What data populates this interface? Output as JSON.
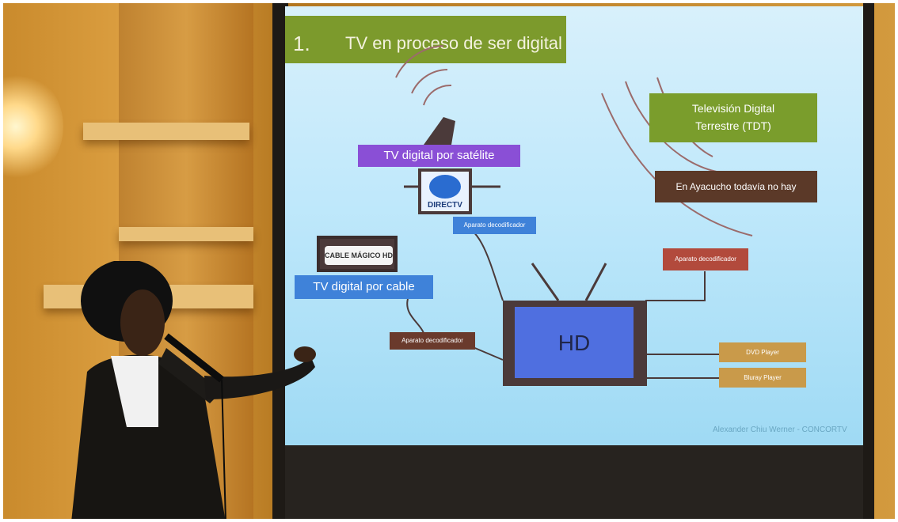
{
  "slide": {
    "number": "1.",
    "title": "TV en proceso de ser digital",
    "satellite_label": "TV digital por satélite",
    "cable_label": "TV digital por cable",
    "tdt_label": "Televisión Digital\nTerrestre (TDT)",
    "ayacucho_label": "En Ayacucho todavía no hay",
    "decoder_satellite": "Aparato decodificador",
    "decoder_cable": "Aparato decodificador",
    "decoder_tdt": "Aparato decodificador",
    "tv_label": "HD",
    "dvd_label": "DVD Player",
    "bluray_label": "Bluray Player",
    "directv_logo": "DIRECTV",
    "cable_logo": "CABLE MÁGICO HD",
    "credit": "Alexander Chiu Werner - CONCORTV"
  },
  "colors": {
    "title_bar": "#7c9a2c",
    "satellite_box": "#8a4fd6",
    "cable_box": "#3f82d9",
    "tdt_box": "#7a9d2c",
    "ayacucho_box": "#5b3928",
    "tv_screen": "#4f6fe0",
    "wall": "#d39a3e"
  }
}
